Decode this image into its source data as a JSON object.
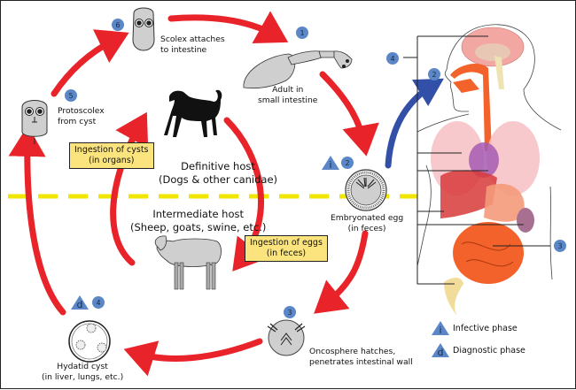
{
  "title": "Echinococcus granulosus life cycle",
  "colors": {
    "arrow_red": "#e8242a",
    "arrow_blue": "#3350a8",
    "badge_blue": "#5b87c7",
    "divider_yellow": "#f0e600",
    "box_fill": "#fbe47e",
    "organism_gray": "#cfcfcf"
  },
  "stages": [
    {
      "step": "1",
      "label_lines": [
        "Adult in",
        "small intestine"
      ]
    },
    {
      "step": "2",
      "phase": "i",
      "label_lines": [
        "Embryonated egg",
        "(in feces)"
      ]
    },
    {
      "step": "3",
      "label_lines": [
        "Oncosphere hatches,",
        "penetrates intestinal wall"
      ]
    },
    {
      "step": "4",
      "phase": "d",
      "label_lines": [
        "Hydatid cyst",
        "(in liver, lungs, etc.)"
      ]
    },
    {
      "step": "5",
      "label_lines": [
        "Protoscolex",
        "from cyst"
      ]
    },
    {
      "step": "6",
      "label_lines": [
        "Scolex attaches",
        "to intestine"
      ]
    }
  ],
  "hosts": {
    "definitive": {
      "title": "Definitive host",
      "subtitle": "(Dogs & other canidae)"
    },
    "intermediate": {
      "title": "Intermediate host",
      "subtitle": "(Sheep, goats, swine, etc.)"
    }
  },
  "boxes": {
    "cysts": {
      "line1": "Ingestion of cysts",
      "line2": "(in organs)"
    },
    "eggs": {
      "line1": "Ingestion of eggs",
      "line2": "(in feces)"
    }
  },
  "human_badges": {
    "ingestion": "2",
    "organs": "4",
    "intestine": "3"
  },
  "legend": [
    {
      "symbol": "i",
      "label": "Infective phase"
    },
    {
      "symbol": "d",
      "label": "Diagnostic phase"
    }
  ],
  "icons": [
    "dog-silhouette",
    "sheep-illustration",
    "human-anatomy",
    "adult-tapeworm",
    "embryonated-egg",
    "oncosphere",
    "hydatid-cyst",
    "protoscolex",
    "scolex"
  ]
}
